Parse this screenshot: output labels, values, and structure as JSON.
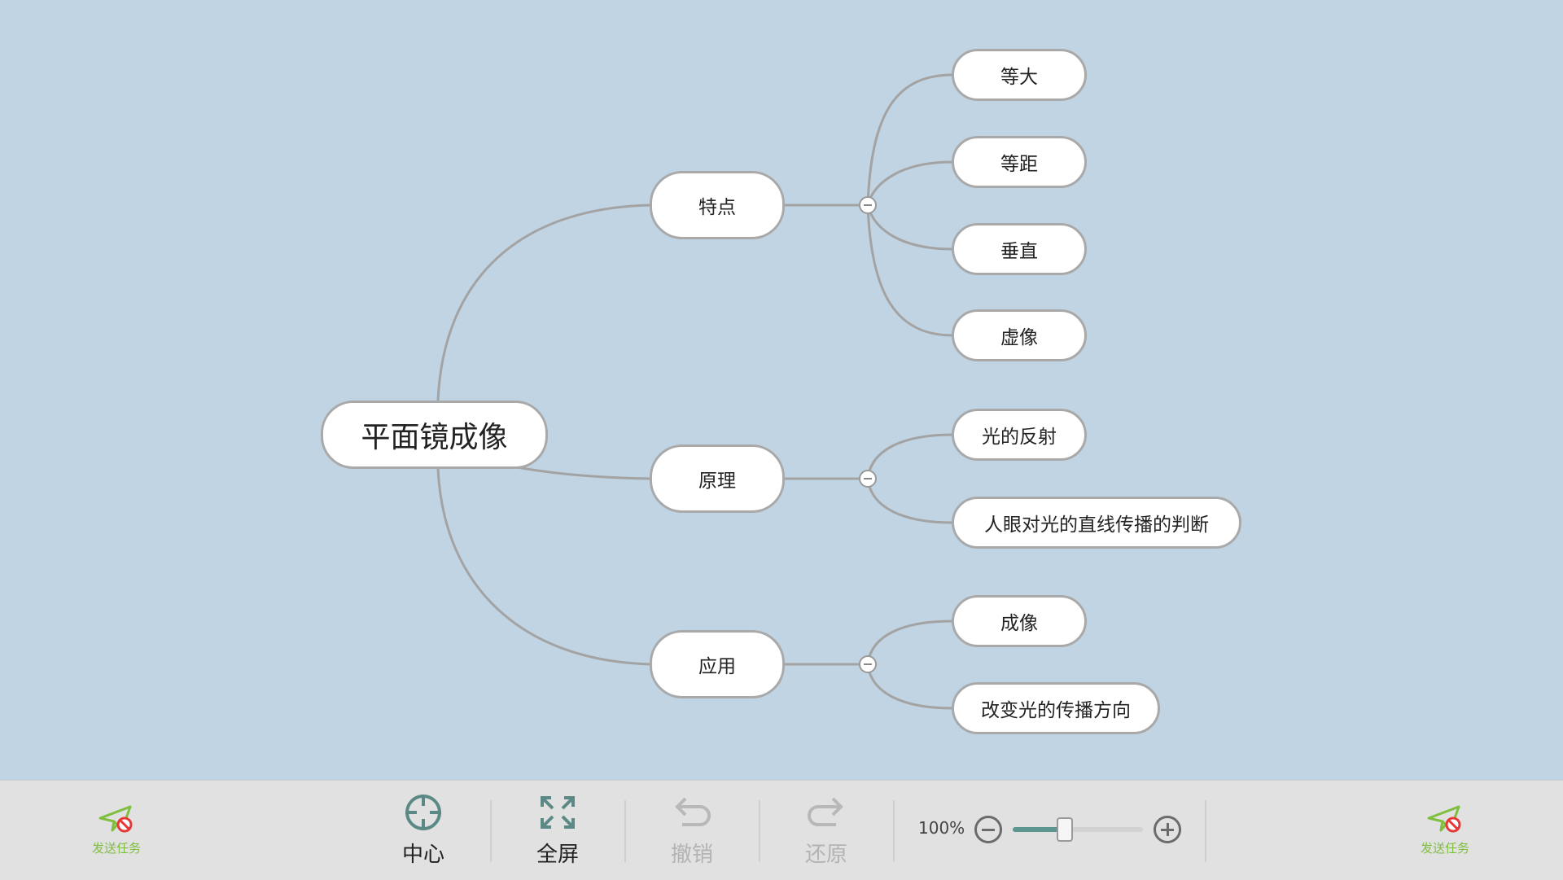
{
  "mindmap": {
    "root": "平面镜成像",
    "branches": [
      {
        "label": "特点",
        "children": [
          "等大",
          "等距",
          "垂直",
          "虚像"
        ]
      },
      {
        "label": "原理",
        "children": [
          "光的反射",
          "人眼对光的直线传播的判断"
        ]
      },
      {
        "label": "应用",
        "children": [
          "成像",
          "改变光的传播方向"
        ]
      }
    ]
  },
  "toolbar": {
    "send_task_left": "发送任务",
    "center": "中心",
    "fullscreen": "全屏",
    "undo": "撤销",
    "redo": "还原",
    "zoom_label": "100%",
    "zoom_level_fraction": 0.4,
    "send_task_right": "发送任务"
  },
  "colors": {
    "canvas_bg": "#c1d4e3",
    "toolbar_bg": "#e1e1e1",
    "link": "#a3a3a3",
    "slider_fill": "#5b9691",
    "send_icon_green": "#7fbf3f",
    "send_icon_red": "#e53935"
  },
  "icons": {
    "send_task": "paper-plane-no-icon",
    "center": "crosshair-icon",
    "fullscreen": "expand-arrows-icon",
    "undo": "undo-arrow-icon",
    "redo": "redo-arrow-icon",
    "zoom_out": "minus-circle-icon",
    "zoom_in": "plus-circle-icon"
  }
}
